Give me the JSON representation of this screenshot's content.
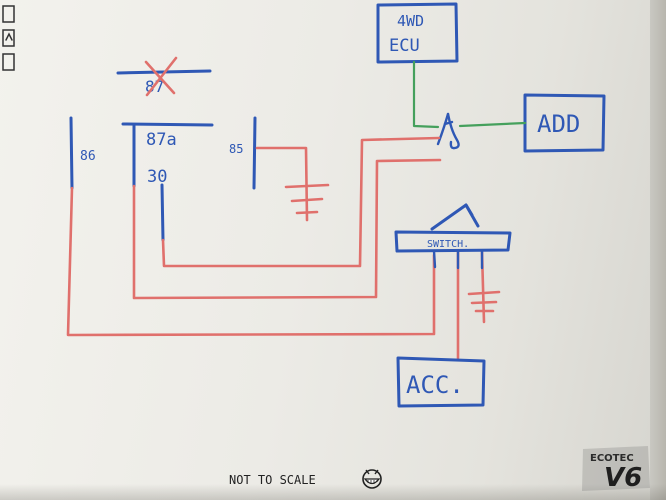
{
  "labels": {
    "ecu_line1": "4WD",
    "ecu_line2": "ECU",
    "add": "ADD",
    "pin_86": "86",
    "pin_87": "87",
    "pin_87a": "87a",
    "pin_85": "85",
    "pin_30": "30",
    "switch": "SWITCH.",
    "acc": "ACC.",
    "note": "NOT TO SCALE",
    "badge_line1": "ECOTEC",
    "badge_line2": "V6"
  },
  "colors": {
    "marker_blue": "#2f58b5",
    "marker_red": "#e0706c",
    "marker_green": "#45a05c",
    "board": "#f3f2ed"
  }
}
